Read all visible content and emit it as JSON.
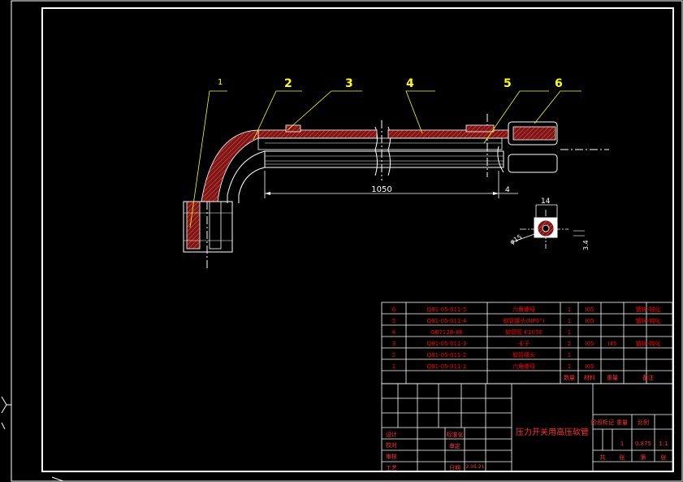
{
  "balloons": [
    "1",
    "2",
    "3",
    "4",
    "5",
    "6"
  ],
  "dimensions": {
    "length": "1050",
    "gap": "4",
    "width": "14",
    "height": "3.4",
    "diameter": "φ15"
  },
  "bom": {
    "rows": [
      {
        "no": "6",
        "code": "Q81-05-011-5",
        "name": "六角螺母",
        "qty": "1",
        "mat": "Ⅰ05",
        "mass": "",
        "note": "镀锌-钝化"
      },
      {
        "no": "5",
        "code": "Q81-05-011-4",
        "name": "软管接头(NPS°)",
        "qty": "1",
        "mat": "Ⅰ05",
        "mass": "",
        "note": "镀锌-钝化"
      },
      {
        "no": "4",
        "code": "GB7128-86",
        "name": "软管管 K1050",
        "qty": "1",
        "mat": "",
        "mass": "",
        "note": ""
      },
      {
        "no": "3",
        "code": "Q81-05-011-3",
        "name": "卡子",
        "qty": "2",
        "mat": "Ⅰ05",
        "mass": "Ⅰ45",
        "note": "镀锌-钝化"
      },
      {
        "no": "2",
        "code": "Q81-05-011-2",
        "name": "软管接头",
        "qty": "1",
        "mat": "",
        "mass": "",
        "note": ""
      },
      {
        "no": "1",
        "code": "Q81-05-011-1",
        "name": "六角螺母",
        "qty": "1",
        "mat": "Ⅰ05",
        "mass": "",
        "note": ""
      }
    ],
    "header": {
      "qty": "数量",
      "mat": "材料",
      "mass": "重量",
      "note": "备注"
    }
  },
  "title_block": {
    "drawing_title": "压力开关用高压软管",
    "roles": [
      "设计",
      "校对",
      "审核",
      "工艺"
    ],
    "right_roles": [
      "标准化",
      "审定",
      "日期"
    ],
    "date": "2.05.21",
    "stage_label": "阶段标记",
    "mass_label": "重量",
    "scale_label": "比例",
    "scale_value": "1",
    "weight_value": "0.875",
    "scale_ratio": "1:1",
    "sheet_labels": [
      "共",
      "张",
      "第",
      "张"
    ]
  },
  "colors": {
    "background": "#000000",
    "frame": "#ffffff",
    "leader": "#ffff00",
    "balloon": "#ffff00",
    "bom_text": "#ff0000",
    "section_fill": "#8b1a1a",
    "section_hatch": "#ff4040",
    "dim_line": "#ffffff"
  }
}
